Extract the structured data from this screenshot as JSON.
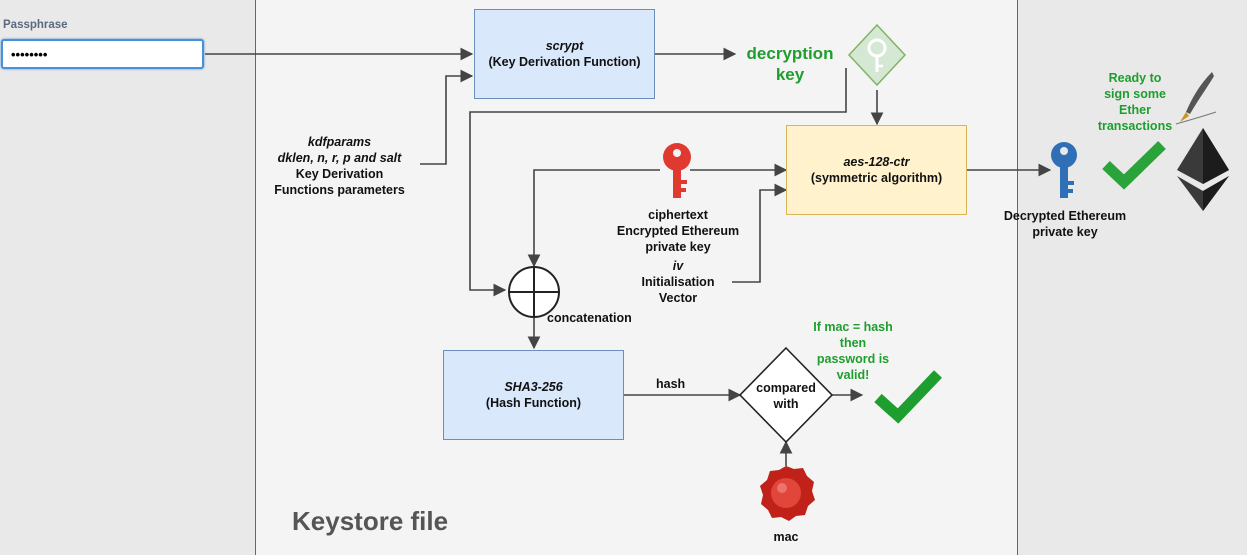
{
  "passphrase": {
    "label": "Passphrase",
    "value": "••••••••"
  },
  "scrypt_box": {
    "title": "scrypt",
    "subtitle": "(Key Derivation Function)"
  },
  "decryption_key": {
    "line1": "decryption",
    "line2": "key"
  },
  "kdfparams": {
    "line1": "kdfparams",
    "line2": "dklen, n, r, p and salt",
    "line3": "Key Derivation",
    "line4": "Functions parameters"
  },
  "aes_box": {
    "title": "aes-128-ctr",
    "subtitle": "(symmetric algorithm)"
  },
  "ciphertext": {
    "line1": "ciphertext",
    "line2": "Encrypted Ethereum",
    "line3": "private key"
  },
  "iv": {
    "line1": "iv",
    "line2": "Initialisation",
    "line3": "Vector"
  },
  "concatenation_label": "concatenation",
  "sha_box": {
    "title": "SHA3-256",
    "subtitle": "(Hash Function)"
  },
  "hash_label": "hash",
  "compared": {
    "line1": "compared",
    "line2": "with"
  },
  "mac_label": "mac",
  "mac_note": {
    "line1": "If mac = hash",
    "line2": "then",
    "line3": "password is",
    "line4": "valid!"
  },
  "decrypted": {
    "line1": "Decrypted Ethereum",
    "line2": "private key"
  },
  "ready": {
    "line1": "Ready to",
    "line2": "sign some",
    "line3": "Ether",
    "line4": "transactions"
  },
  "keystore_title": "Keystore file",
  "colors": {
    "blue_box": "#dae8fc",
    "yellow_box": "#fff2cc",
    "accent_green": "#1e9e2e",
    "key_red": "#e03a30",
    "key_blue": "#2f6fb6",
    "input_border": "#4a90d9"
  },
  "icons": [
    "key-diamond-icon",
    "red-key-icon",
    "blue-key-icon",
    "checkmark-icon",
    "wax-seal-icon",
    "quill-pen-icon",
    "ethereum-logo-icon"
  ]
}
